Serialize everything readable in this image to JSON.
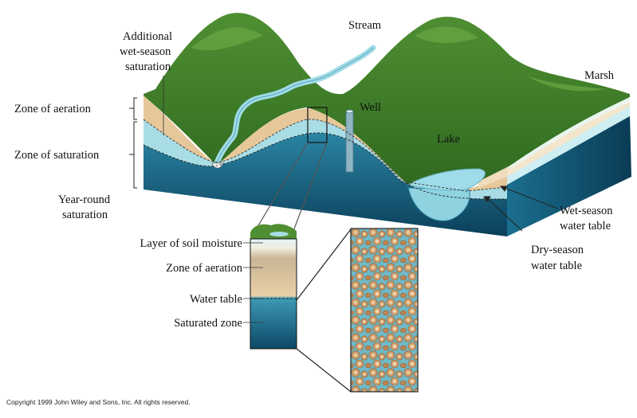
{
  "labels": {
    "stream": "Stream",
    "well": "Well",
    "lake": "Lake",
    "marsh": "Marsh",
    "additional_wet_season": [
      "Additional",
      "wet-season",
      "saturation"
    ],
    "zone_of_aeration": "Zone of aeration",
    "zone_of_saturation": "Zone of saturation",
    "year_round_saturation": [
      "Year-round",
      "saturation"
    ],
    "wet_season_water_table": [
      "Wet-season",
      "water table"
    ],
    "dry_season_water_table": [
      "Dry-season",
      "water table"
    ]
  },
  "column_labels": {
    "soil_moisture": "Layer of soil moisture",
    "zone_of_aeration": "Zone of aeration",
    "water_table": "Water table",
    "saturated_zone": "Saturated zone"
  },
  "copyright": "Copyright 1999 John Wiley and Sons, Inc. All rights reserved.",
  "colors": {
    "deep_water": "#0f4f6e",
    "water_mid": "#2a85a3",
    "light_blue": "#a9dde6",
    "pale_blue": "#d7f0f2",
    "tan": "#e6c79a",
    "sand": "#efdcbc",
    "forest": "#3f7d2a",
    "forest_light": "#6aa845",
    "stream": "#9fdbe8"
  }
}
